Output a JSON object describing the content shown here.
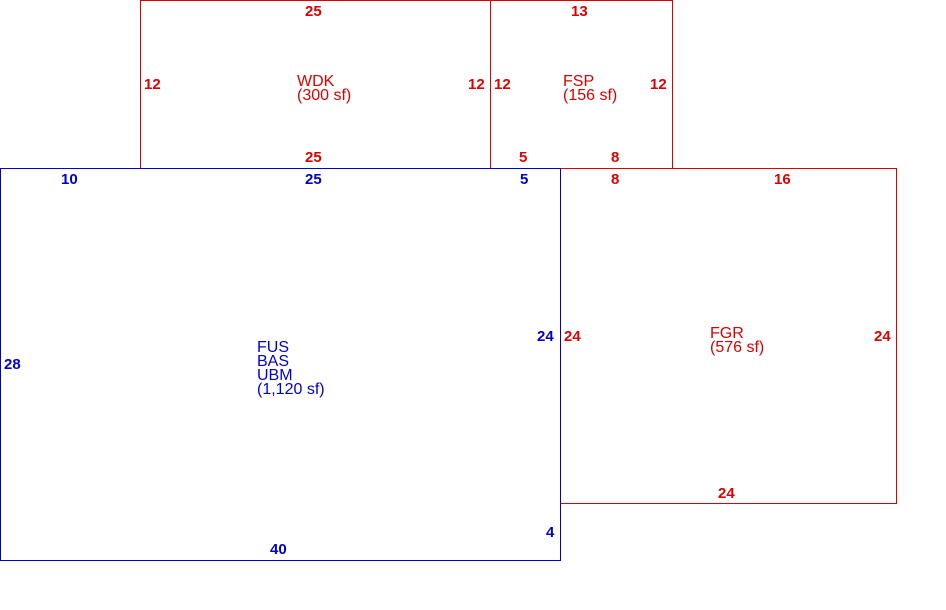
{
  "colors": {
    "living_area": "#0000cc",
    "additions": "#dd0000"
  },
  "areas": {
    "wdk": {
      "codes": [
        "WDK"
      ],
      "area": "(300 sf)",
      "dims": {
        "top": "25",
        "left": "12",
        "right": "12",
        "bottom": "25"
      }
    },
    "fsp": {
      "codes": [
        "FSP"
      ],
      "area": "(156 sf)",
      "dims": {
        "top": "13",
        "left": "12",
        "right": "12",
        "bottom_left": "5",
        "bottom_right": "8"
      }
    },
    "main": {
      "codes": [
        "FUS",
        "BAS",
        "UBM"
      ],
      "area": "(1,120 sf)",
      "dims": {
        "top_left": "10",
        "top_mid": "25",
        "top_right": "5",
        "left": "28",
        "right_upper": "24",
        "right_lower": "4",
        "bottom": "40"
      }
    },
    "fgr": {
      "codes": [
        "FGR"
      ],
      "area": "(576 sf)",
      "dims": {
        "top_left": "8",
        "top_right": "16",
        "left": "24",
        "right": "24",
        "bottom": "24"
      }
    }
  }
}
